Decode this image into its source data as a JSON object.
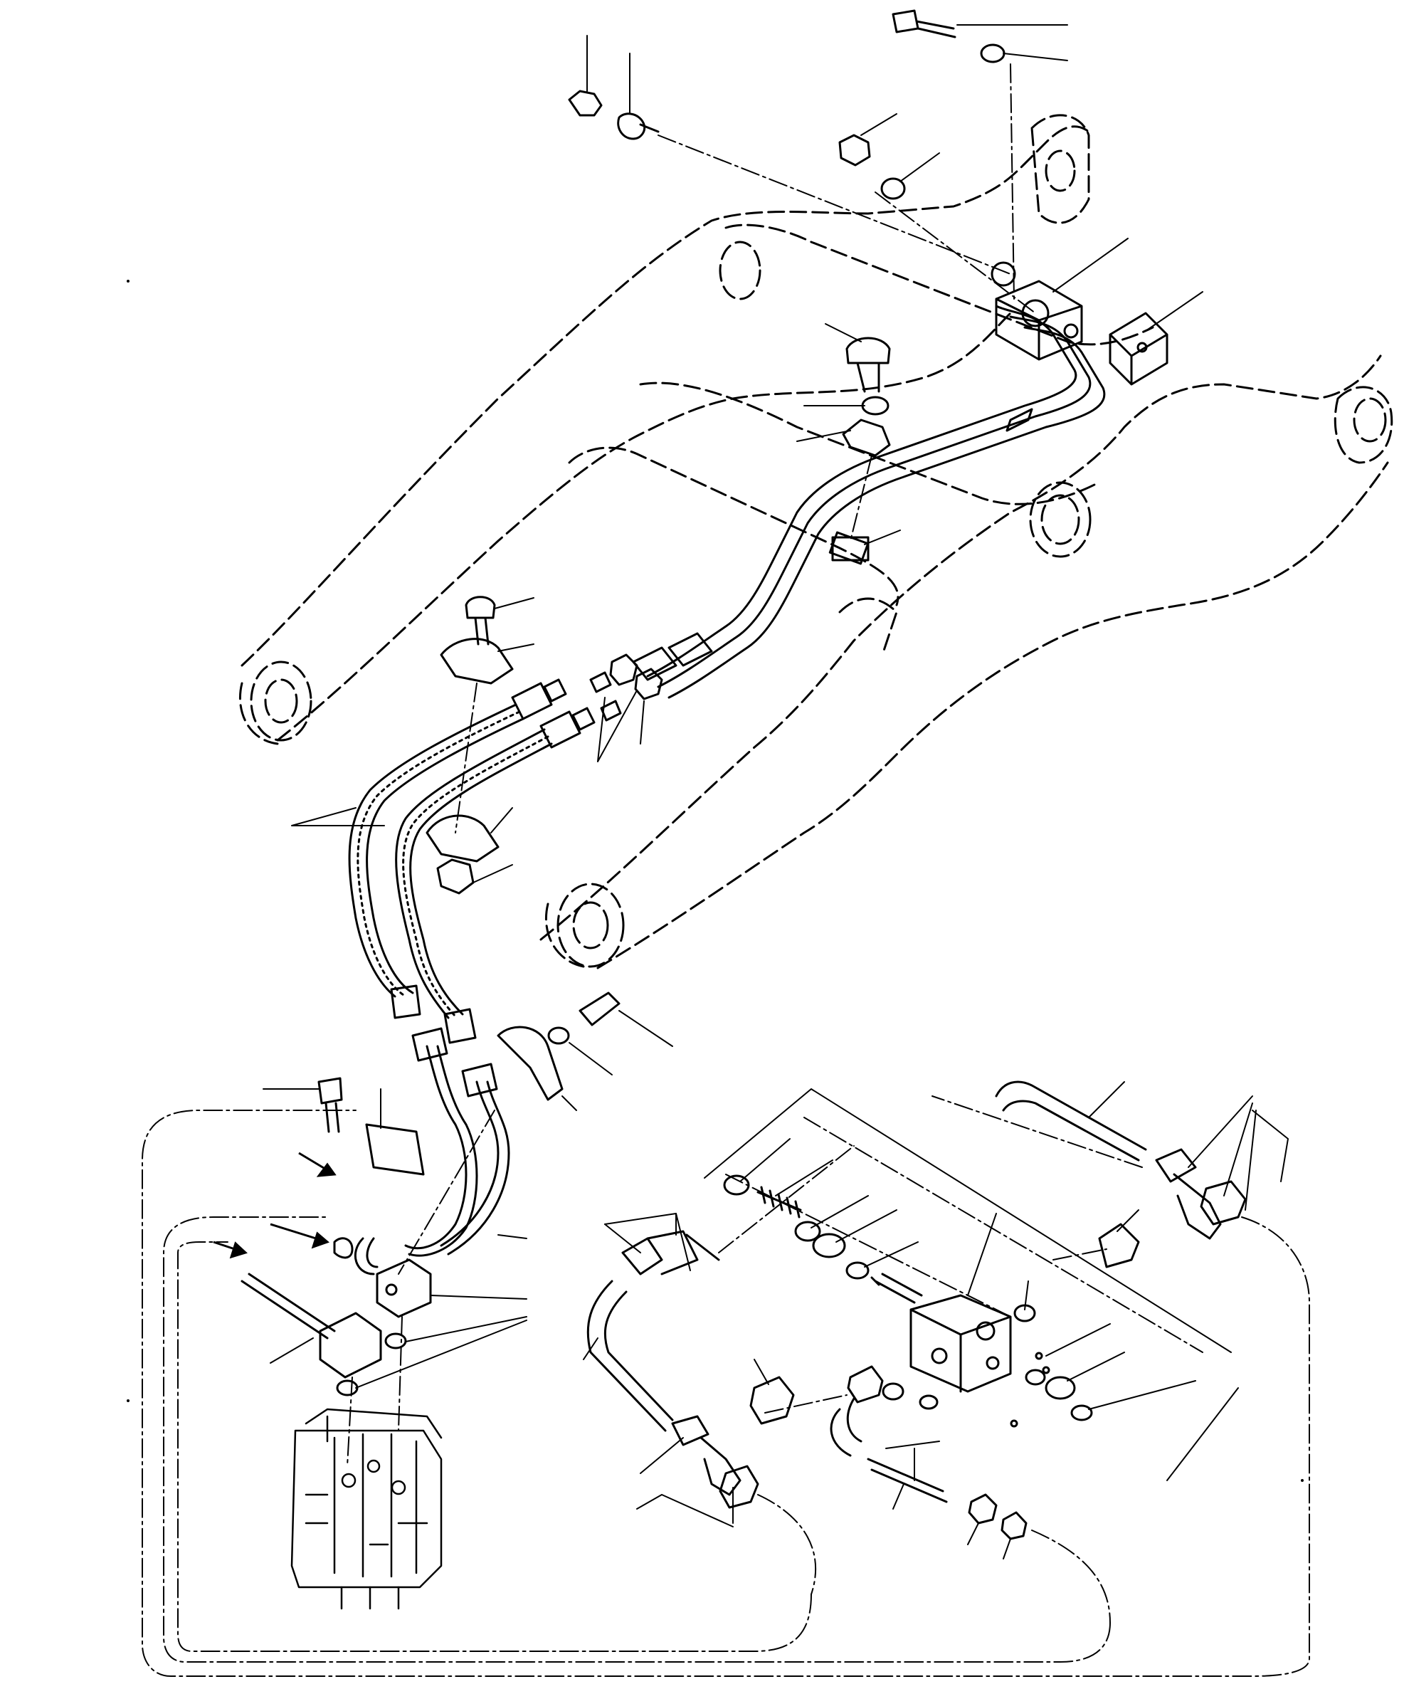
{
  "figure": {
    "kind": "exploded-parts-drawing",
    "printed_text": [],
    "ink_color": "#000000",
    "paper_color": "#ffffff"
  },
  "parts": [
    {
      "id": "loader-lift-arm",
      "outline": "dashed"
    },
    {
      "id": "upper-steel-tube-bundle",
      "count": 3
    },
    {
      "id": "flexible-hose",
      "count": 2
    },
    {
      "id": "block-manifold",
      "count": 2
    },
    {
      "id": "valve-block",
      "count": 1
    },
    {
      "id": "bolt",
      "count": 4
    },
    {
      "id": "clamp",
      "count": 4
    },
    {
      "id": "nut",
      "count": 6
    },
    {
      "id": "washer",
      "count": 10
    },
    {
      "id": "o-ring",
      "count": 6
    },
    {
      "id": "elbow-tube",
      "count": 4
    },
    {
      "id": "control-valve",
      "count": 1
    }
  ]
}
